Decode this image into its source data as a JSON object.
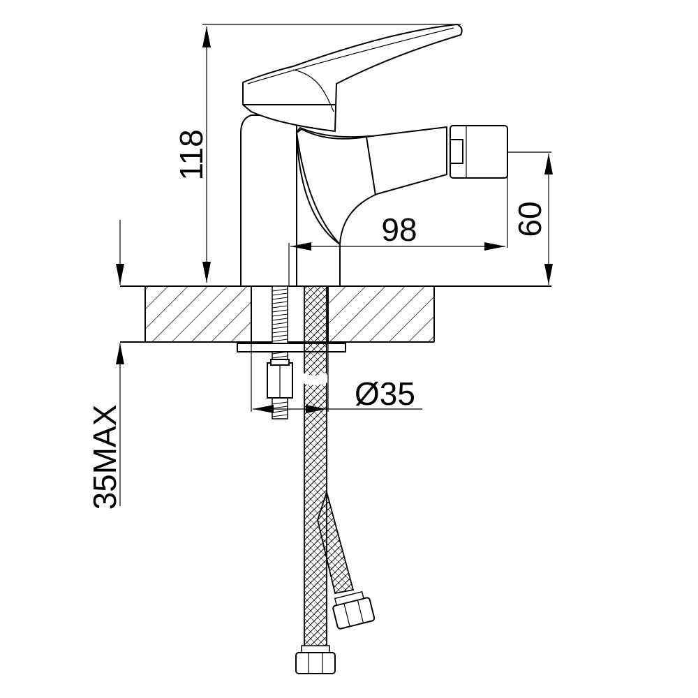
{
  "dimensions": {
    "height": "118",
    "spout_reach": "98",
    "spout_height": "60",
    "hole_diameter": "Ø35",
    "max_thickness": "35MAX"
  },
  "colors": {
    "line": "#000000",
    "background": "#ffffff"
  }
}
